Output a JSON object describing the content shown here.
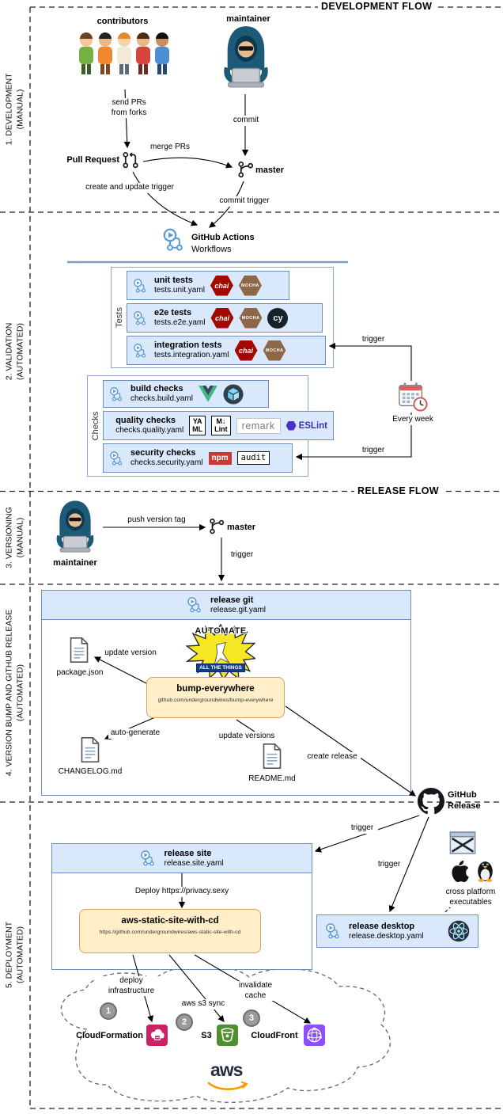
{
  "headers": {
    "development": "DEVELOPMENT FLOW",
    "release": "RELEASE FLOW"
  },
  "rail": {
    "s1a": "1. DEVELOPMENT",
    "s1b": "(MANUAL)",
    "s2a": "2. VALIDATION",
    "s2b": "(AUTOMATED)",
    "s3a": "3. VERSIONING",
    "s3b": "(MANUAL)",
    "s4a": "4. VERSION BUMP AND GITHUB RELEASE",
    "s4b": "(AUTOMATED)",
    "s5a": "5. DEPLOYMENT",
    "s5b": "(AUTOMATED)"
  },
  "labels": {
    "trigger": "trigger"
  },
  "development": {
    "contributors": "contributors",
    "maintainer": "maintainer",
    "send_prs_line1": "send PRs",
    "send_prs_line2": "from forks",
    "commit": "commit",
    "pull_request": "Pull Request",
    "merge_prs": "merge PRs",
    "master": "master",
    "create_update_trigger": "create and update trigger",
    "commit_trigger": "commit trigger"
  },
  "validation": {
    "github_actions": "GitHub Actions",
    "workflows": "Workflows",
    "tests_group": "Tests",
    "checks_group": "Checks",
    "tests": [
      {
        "title": "unit tests",
        "file": "tests.unit.yaml"
      },
      {
        "title": "e2e tests",
        "file": "tests.e2e.yaml"
      },
      {
        "title": "integration tests",
        "file": "tests.integration.yaml"
      }
    ],
    "checks": [
      {
        "title": "build checks",
        "file": "checks.build.yaml"
      },
      {
        "title": "quality checks",
        "file": "checks.quality.yaml"
      },
      {
        "title": "security checks",
        "file": "checks.security.yaml"
      }
    ],
    "every_week": "Every week"
  },
  "tech": {
    "chai": "chai",
    "mocha": "MOCHA",
    "cypress": "cy",
    "yaml_top": "YA",
    "yaml_bottom": "ML",
    "mdlint_top": "M↓",
    "mdlint_bottom": "Lint",
    "remark": "remark",
    "eslint": "ESLint",
    "npm": "npm",
    "audit": "audit"
  },
  "versioning": {
    "maintainer": "maintainer",
    "push_version_tag": "push version tag",
    "master": "master"
  },
  "release_git": {
    "title": "release git",
    "file": "release.git.yaml",
    "meme_top": "AUTOMATE",
    "meme_bottom": "ALL THE THINGS",
    "bump_title": "bump-everywhere",
    "bump_url": "github.com/undergroundwires/bump-everywhere",
    "update_version": "update version",
    "package_json": "package.json",
    "auto_generate": "auto-generate",
    "changelog": "CHANGELOG.md",
    "update_versions": "update versions",
    "readme": "README.md",
    "create_release": "create release",
    "github_release_line1": "GitHub",
    "github_release_line2": "Release"
  },
  "deployment": {
    "site_title": "release site",
    "site_file": "release.site.yaml",
    "deploy_url": "Deploy https://privacy.sexy",
    "aws_cd_title": "aws-static-site-with-cd",
    "aws_cd_url": "https://github.com/undergroundwires/aws-static-site-with-cd",
    "desktop_title": "release desktop",
    "desktop_file": "release.desktop.yaml",
    "cross_platform_line1": "cross platform",
    "cross_platform_line2": "executables",
    "deploy_line1": "deploy",
    "deploy_line2": "infrastructure",
    "s3_sync": "aws s3 sync",
    "invalidate_line1": "invalidate",
    "invalidate_line2": "cache",
    "step1": "1",
    "step2": "2",
    "step3": "3",
    "cloudformation": "CloudFormation",
    "s3": "S3",
    "cloudfront": "CloudFront",
    "aws_logo": "aws"
  },
  "colors": {
    "workflow_fill": "#dae8fc",
    "workflow_border": "#6c8ebf",
    "actions_blue": "#5b9bd5",
    "tan_fill": "#ffeec8",
    "tan_border": "#d2a464",
    "chai_red": "#a40802",
    "mocha_brown": "#8d6748",
    "vue_green": "#41b883",
    "eslint_purple": "#4b32c3",
    "npm_red": "#cb3837",
    "cloudformation_pink": "#cc2264",
    "s3_green": "#4f8f2f",
    "cloudfront_purple": "#8c4fff",
    "aws_orange": "#ff9900",
    "meme_yellow": "#f6e724"
  }
}
